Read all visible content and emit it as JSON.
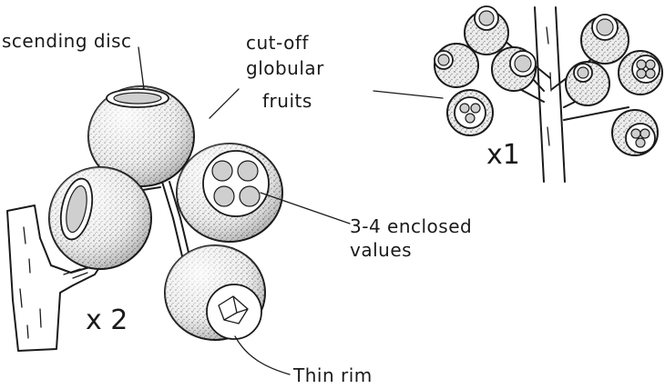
{
  "labels": {
    "ascending_disc": "scending disc",
    "cut_off_line1": "cut-off",
    "cut_off_line2": "globular",
    "cut_off_line3": "fruits",
    "enclosed_line1": "3-4 enclosed",
    "enclosed_line2": "values",
    "thin_rim": "Thin rim",
    "scale_large": "x 2",
    "scale_small": "x1"
  },
  "colors": {
    "ink": "#1a1a1a",
    "paper": "#ffffff"
  }
}
